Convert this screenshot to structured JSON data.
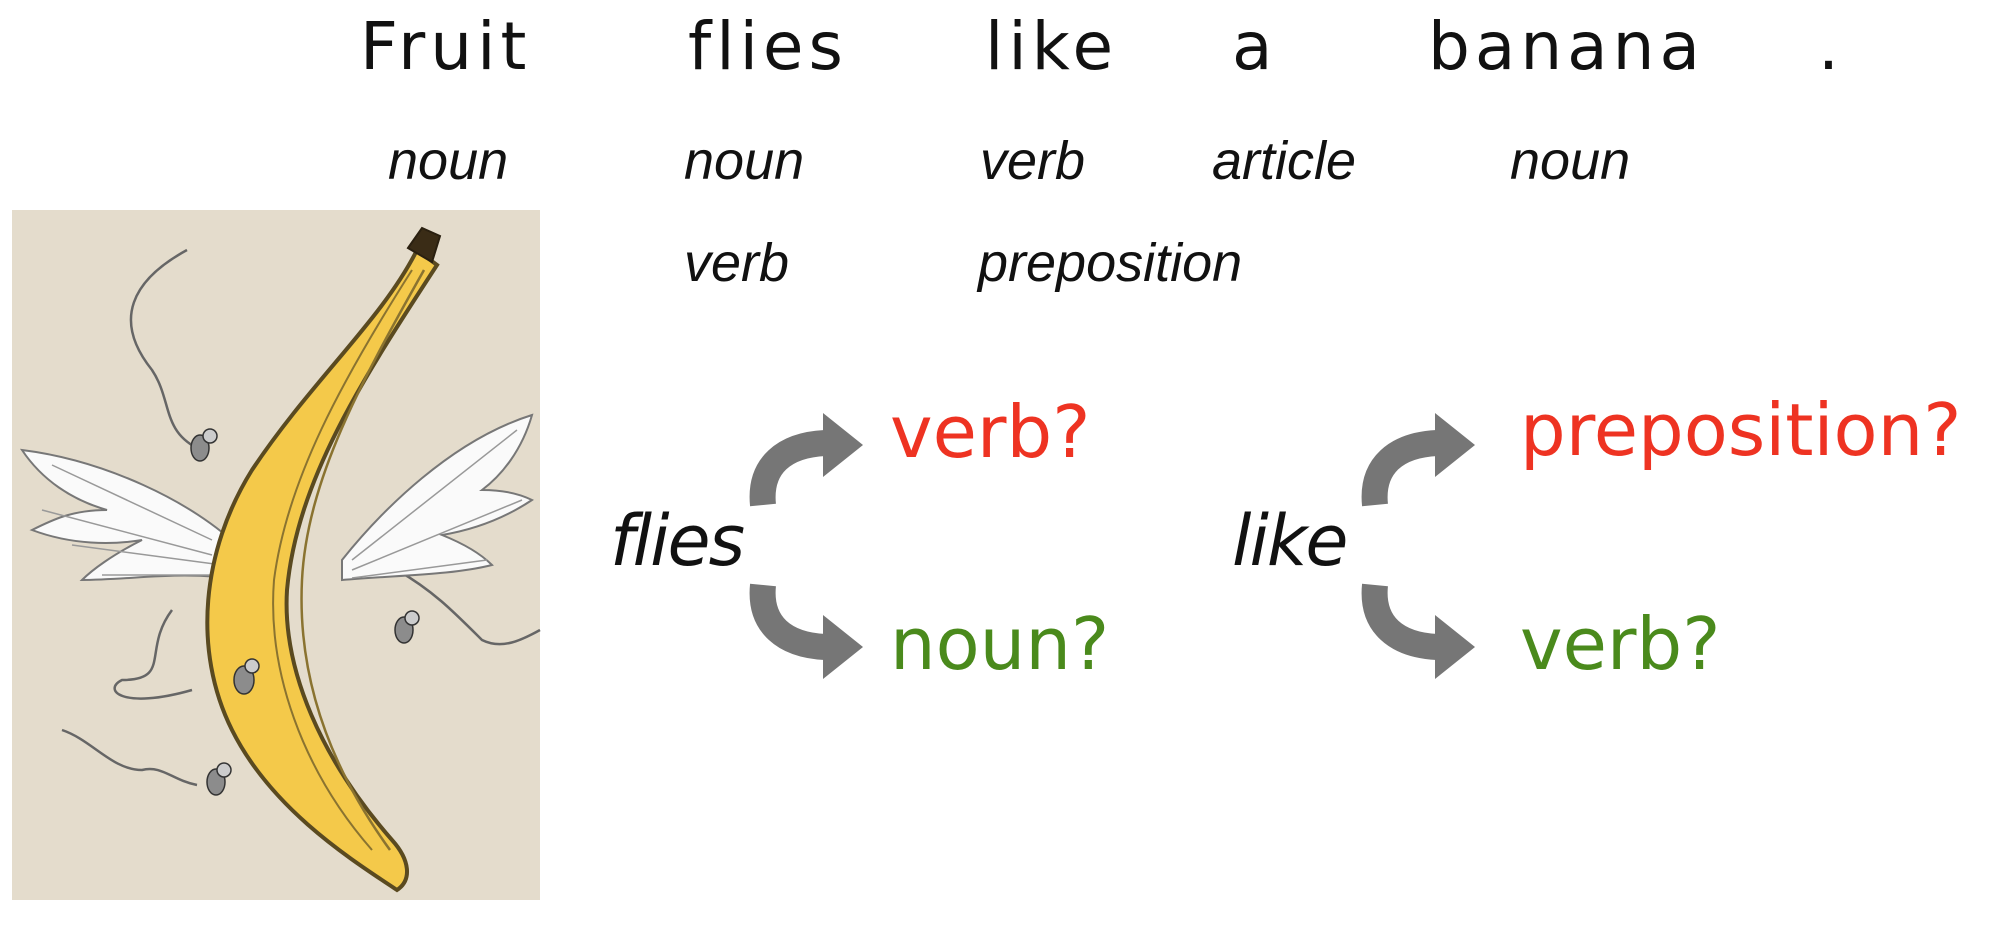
{
  "sentence": {
    "words": [
      "Fruit",
      "flies",
      "like",
      "a",
      "banana",
      "."
    ]
  },
  "tags_row1": [
    "noun",
    "noun",
    "verb",
    "article",
    "noun"
  ],
  "tags_row2": [
    "verb",
    "preposition"
  ],
  "ambiguity": {
    "left": {
      "word": "flies",
      "upper": "verb?",
      "lower": "noun?"
    },
    "right": {
      "word": "like",
      "upper": "preposition?",
      "lower": "verb?"
    }
  },
  "colors": {
    "question_upper": "#ee3322",
    "question_lower": "#4a8a1c",
    "arrow": "#767676",
    "illustration_bg": "#e4dccc",
    "banana": "#f4c94a"
  },
  "illustration": {
    "subject": "banana with wings and flies"
  }
}
